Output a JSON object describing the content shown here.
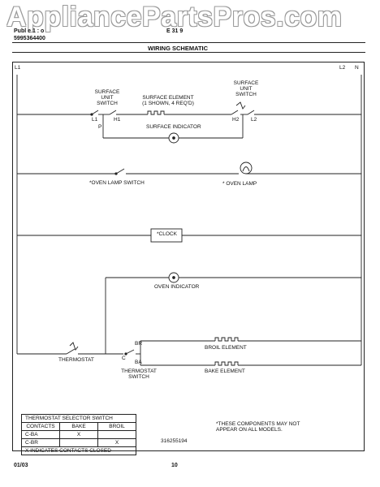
{
  "watermark": "AppliancePartsPros.com",
  "header": {
    "line1": "Publ e   1  :  o",
    "line2": "5995364400",
    "mid": "E  31  9",
    "title": "WIRING SCHEMATIC"
  },
  "lines": {
    "left": "L1",
    "right_a": "L2",
    "right_b": "N"
  },
  "labels": {
    "surface_unit_switch_left": "SURFACE\nUNIT\nSWITCH",
    "surface_unit_switch_right": "SURFACE\nUNIT\nSWITCH",
    "l1": "L1",
    "h1": "H1",
    "p": "P",
    "surface_element": "SURFACE ELEMENT\n(1 SHOWN, 4 REQ'D)",
    "h2": "H2",
    "l2": "L2",
    "surface_indicator": "SURFACE INDICATOR",
    "oven_lamp_switch": "*OVEN LAMP SWITCH",
    "oven_lamp": "* OVEN LAMP",
    "clock": "*CLOCK",
    "oven_indicator": "OVEN INDICATOR",
    "br": "BR",
    "c": "C",
    "ba": "BA",
    "broil_element": "BROIL ELEMENT",
    "bake_element": "BAKE ELEMENT",
    "thermostat": "THERMOSTAT",
    "thermostat_switch": "THERMOSTAT\nSWITCH"
  },
  "table": {
    "title": "THERMOSTAT SELECTOR SWITCH",
    "headers": [
      "CONTACTS",
      "BAKE",
      "BROIL"
    ],
    "rows": [
      [
        "C-BA",
        "X",
        ""
      ],
      [
        "C-BR",
        "",
        "X"
      ]
    ],
    "note": "X  INDICATES CONTACTS CLOSED"
  },
  "note": "*THESE COMPONENTS MAY NOT\nAPPEAR ON ALL MODELS.",
  "part_number": "316255194",
  "footer": {
    "date": "01/03",
    "page": "10"
  }
}
